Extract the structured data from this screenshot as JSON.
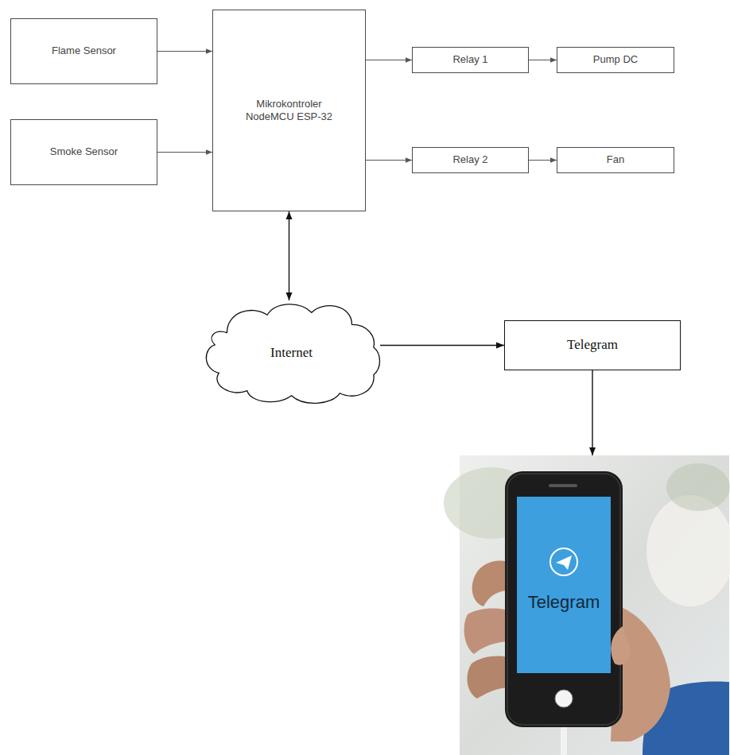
{
  "diagram": {
    "nodes": [
      {
        "text": [
          "Flame Sensor"
        ]
      },
      {
        "text": [
          "Smoke Sensor"
        ]
      },
      {
        "text": [
          "Mikrokontroler NodeMCU ESP-32"
        ]
      },
      {
        "text": [
          "Relay 1"
        ]
      },
      {
        "text": [
          "Pump DC"
        ]
      },
      {
        "text": [
          "Relay 2"
        ]
      },
      {
        "text": [
          "Fan"
        ]
      },
      {
        "text": [
          "Internet"
        ]
      },
      {
        "text": [
          "Telegram"
        ]
      },
      {
        "text": [
          "Telegram"
        ]
      }
    ],
    "edges": [
      {
        "from": 0,
        "to": 2,
        "arrow": "to"
      },
      {
        "from": 1,
        "to": 2,
        "arrow": "to"
      },
      {
        "from": 2,
        "to": 3,
        "arrow": "to"
      },
      {
        "from": 3,
        "to": 4,
        "arrow": "to"
      },
      {
        "from": 2,
        "to": 5,
        "arrow": "to"
      },
      {
        "from": 5,
        "to": 6,
        "arrow": "to"
      },
      {
        "from": 2,
        "to": 7,
        "arrow": "both"
      },
      {
        "from": 7,
        "to": 8,
        "arrow": "to"
      },
      {
        "from": 8,
        "to": 9,
        "arrow": "to"
      }
    ]
  }
}
